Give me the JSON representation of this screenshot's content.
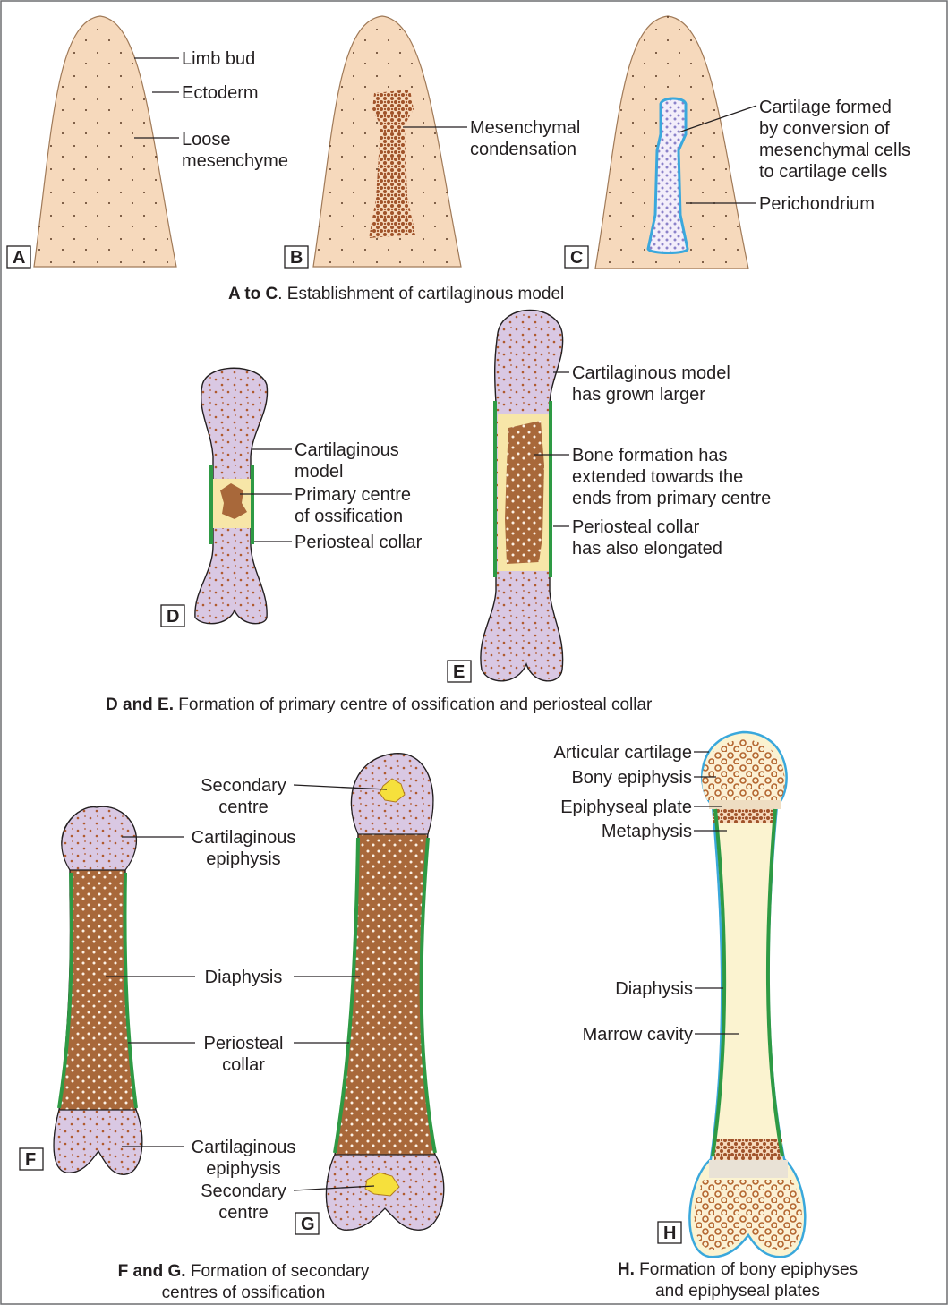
{
  "panel_letters": [
    "A",
    "B",
    "C",
    "D",
    "E",
    "F",
    "G",
    "H"
  ],
  "labels": {
    "a": [
      "Limb bud",
      "Ectoderm",
      "Loose",
      "mesenchyme"
    ],
    "b": [
      "Mesenchymal",
      "condensation"
    ],
    "c": [
      "Cartilage formed",
      "by conversion of",
      "mesenchymal cells",
      "to cartilage cells",
      "Perichondrium"
    ],
    "d": [
      "Cartilaginous",
      "model",
      "Primary centre",
      "of ossification",
      "Periosteal collar"
    ],
    "e": [
      "Cartilaginous model",
      "has grown larger",
      "Bone formation has",
      "extended towards the",
      "ends from primary centre",
      "Periosteal collar",
      "has also elongated"
    ],
    "fg": [
      "Secondary",
      "centre",
      "Cartilaginous",
      "epiphysis",
      "Diaphysis",
      "Periosteal",
      "collar",
      "Cartilaginous",
      "epiphysis",
      "Secondary",
      "centre"
    ],
    "h": [
      "Articular cartilage",
      "Bony epiphysis",
      "Epiphyseal plate",
      "Metaphysis",
      "Diaphysis",
      "Marrow cavity"
    ]
  },
  "captions": {
    "ac_bold": "A to C",
    "ac_rest": ". Establishment of cartilaginous model",
    "de_bold": "D and E.",
    "de_rest": " Formation of  primary centre of ossification and periosteal collar",
    "fg_bold": "F and G.",
    "fg_rest": " Formation of secondary",
    "fg_line2": "centres of ossification",
    "h_bold": "H.",
    "h_rest": " Formation of  bony epiphyses",
    "h_line2": "and epiphyseal plates"
  },
  "colors": {
    "limb": "#f6d9bc",
    "cartilage": "#d9c8e3",
    "bone": "#a8683a",
    "bone_light": "#fbf3d0",
    "collar": "#2e9a44",
    "perichondrium": "#3aa8dc",
    "dots": "#a0532a"
  }
}
